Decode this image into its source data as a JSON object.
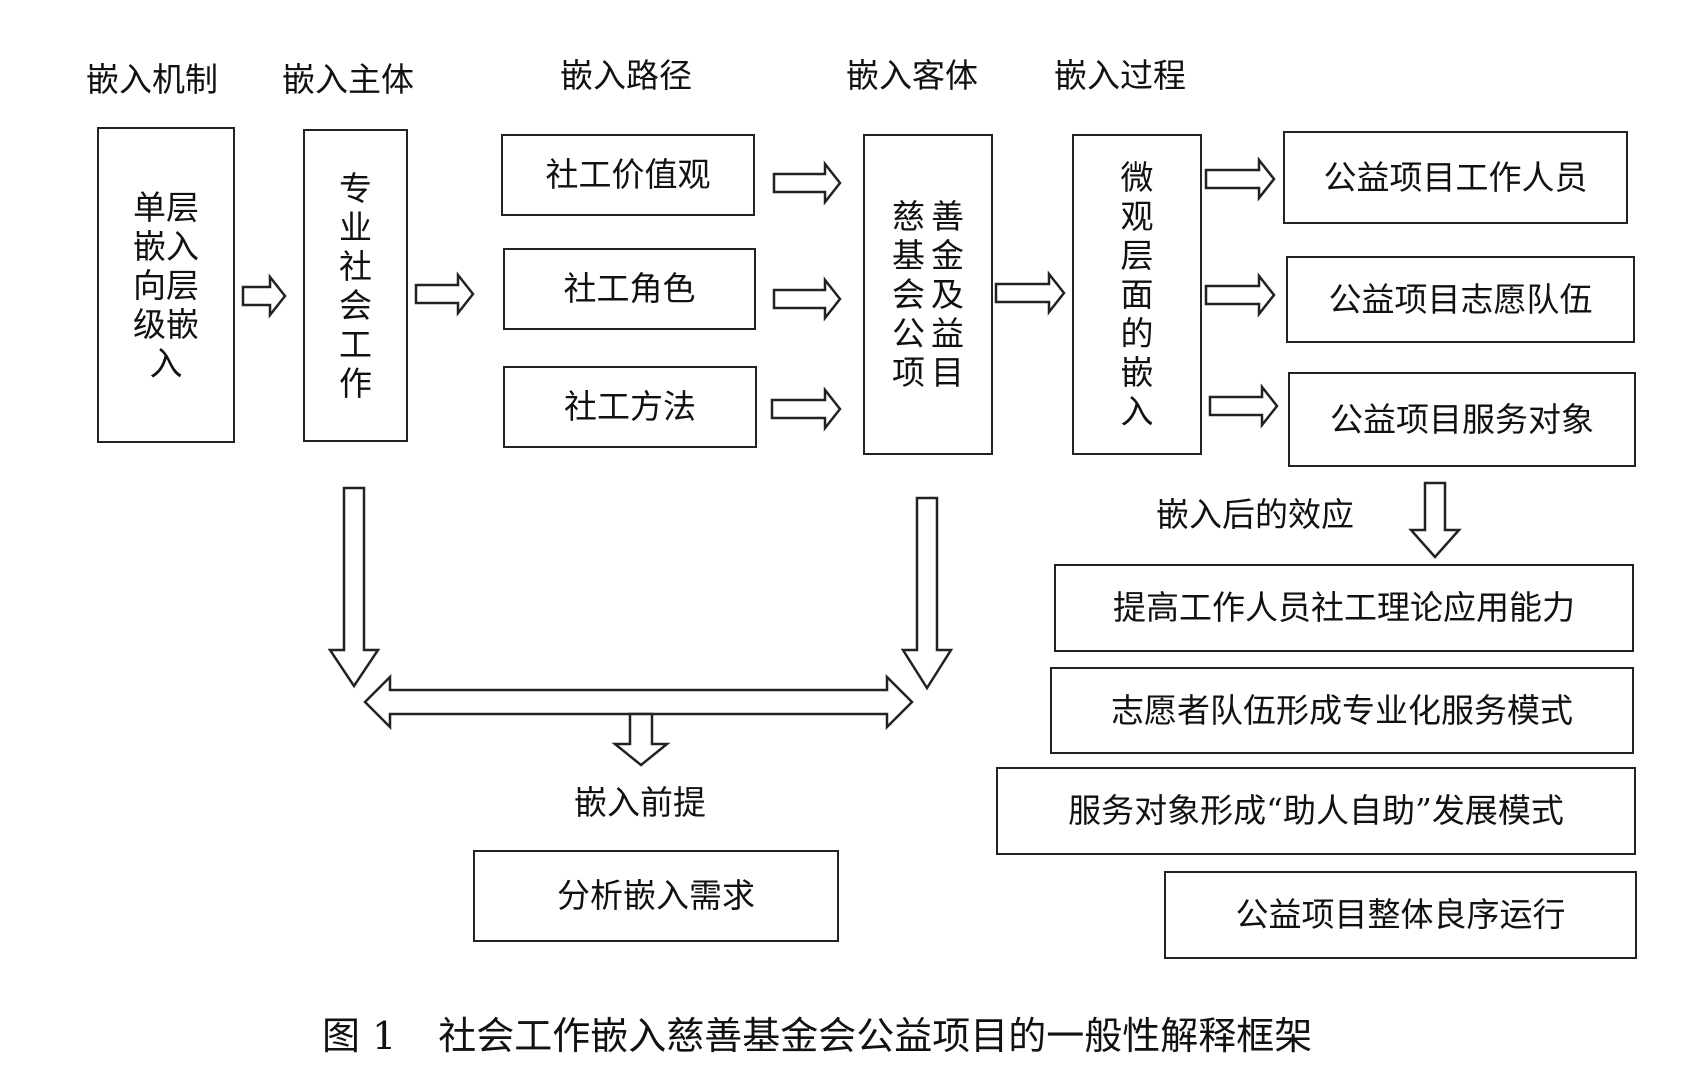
{
  "headers": {
    "mechanism": "嵌入机制",
    "subject": "嵌入主体",
    "path": "嵌入路径",
    "object": "嵌入客体",
    "process": "嵌入过程"
  },
  "boxes": {
    "mechanism": "单层嵌入向层级嵌入",
    "subject": "专业社会工作",
    "path_values": "社工价值观",
    "path_roles": "社工角色",
    "path_methods": "社工方法",
    "object_col1": "慈基会公项",
    "object_col2": "善金及益目",
    "process": "微观层面的嵌入",
    "staff": "公益项目工作人员",
    "volunteers": "公益项目志愿队伍",
    "clients": "公益项目服务对象",
    "effect_1": "提高工作人员社工理论应用能力",
    "effect_2": "志愿者队伍形成专业化服务模式",
    "effect_3": "服务对象形成“助人自助”发展模式",
    "effect_4": "公益项目整体良序运行",
    "premise": "分析嵌入需求"
  },
  "labels": {
    "effects": "嵌入后的效应",
    "premise": "嵌入前提"
  },
  "caption": {
    "number": "图 1",
    "title": "社会工作嵌入慈善基金会公益项目的一般性解释框架"
  }
}
